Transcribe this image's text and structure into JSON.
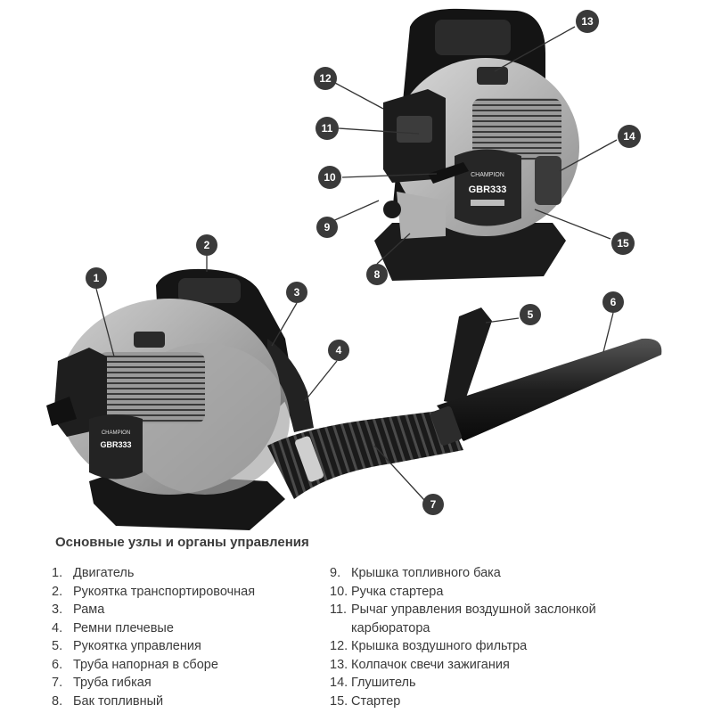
{
  "title": "Основные узлы и органы управления",
  "brand_label": "CHAMPION",
  "model_label": "GBR333",
  "callouts": [
    "1",
    "2",
    "3",
    "4",
    "5",
    "6",
    "7",
    "8",
    "9",
    "10",
    "11",
    "12",
    "13",
    "14",
    "15"
  ],
  "parts_left": [
    {
      "num": "1.",
      "text": "Двигатель"
    },
    {
      "num": "2.",
      "text": "Рукоятка транспортировочная"
    },
    {
      "num": "3.",
      "text": "Рама"
    },
    {
      "num": "4.",
      "text": "Ремни плечевые"
    },
    {
      "num": "5.",
      "text": "Рукоятка управления"
    },
    {
      "num": "6.",
      "text": "Труба напорная в сборе"
    },
    {
      "num": "7.",
      "text": "Труба гибкая"
    },
    {
      "num": "8.",
      "text": "Бак топливный"
    }
  ],
  "parts_right": [
    {
      "num": "9.",
      "text": "Крышка топливного бака"
    },
    {
      "num": "10.",
      "text": "Ручка стартера"
    },
    {
      "num": "11.",
      "text": "Рычаг управления воздушной заслонкой карбюратора"
    },
    {
      "num": "12.",
      "text": "Крышка воздушного фильтра"
    },
    {
      "num": "13.",
      "text": "Колпачок свечи зажигания"
    },
    {
      "num": "14.",
      "text": "Глушитель"
    },
    {
      "num": "15.",
      "text": "Стартер"
    }
  ]
}
